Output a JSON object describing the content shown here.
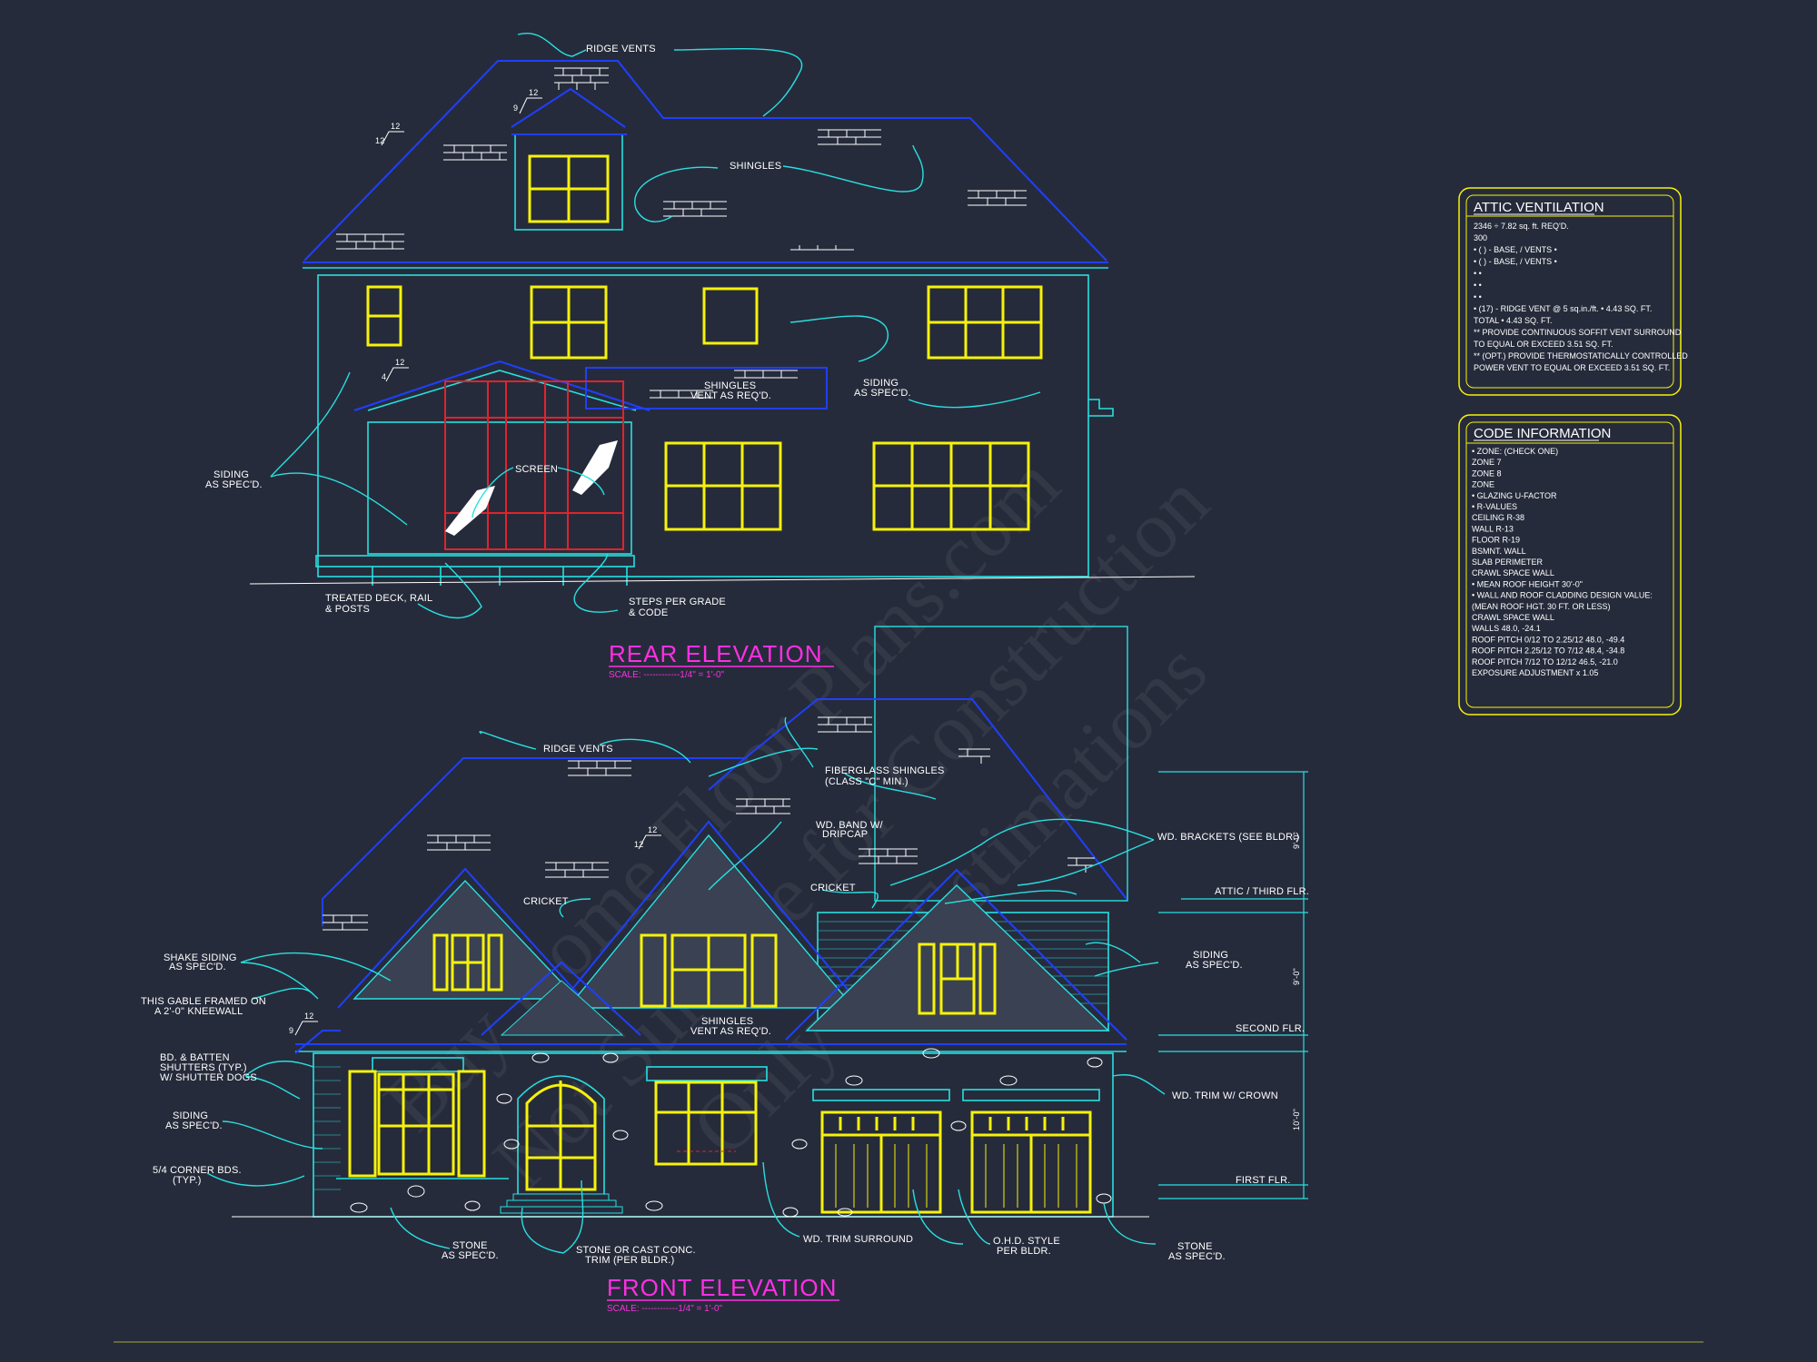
{
  "watermark": [
    "Buy Home Floor Plans.com",
    "Not Suitable for Construction",
    "Only for Estimations"
  ],
  "rear": {
    "title": "REAR ELEVATION",
    "scale": "SCALE: ------------1/4\" = 1'-0\"",
    "labels": {
      "ridge_vents": "RIDGE VENTS",
      "shingles": "SHINGLES",
      "shingles_vent_1": "SHINGLES",
      "shingles_vent_2": "VENT AS REQ'D.",
      "siding_right_1": "SIDING",
      "siding_right_2": "AS SPEC'D.",
      "siding_left_1": "SIDING",
      "siding_left_2": "AS SPEC'D.",
      "screen": "SCREEN",
      "deck_1": "TREATED DECK, RAIL",
      "deck_2": "& POSTS",
      "steps_1": "STEPS PER GRADE",
      "steps_2": "& CODE"
    },
    "pitch": {
      "a_rise": "12",
      "a_run": "12",
      "b_rise": "12",
      "b_run": "9",
      "c_rise": "12",
      "c_run": "4"
    }
  },
  "front": {
    "title": "FRONT ELEVATION",
    "scale": "SCALE: ------------1/4\" = 1'-0\"",
    "labels": {
      "ridge_vents": "RIDGE VENTS",
      "fiberglass_1": "FIBERGLASS SHINGLES",
      "fiberglass_2": "(CLASS \"C\" MIN.)",
      "wd_band_1": "WD. BAND W/",
      "wd_band_2": "DRIPCAP",
      "wd_brackets": "WD. BRACKETS (SEE BLDR.)",
      "cricket_left": "CRICKET",
      "cricket_right": "CRICKET",
      "shake_1": "SHAKE SIDING",
      "shake_2": "AS SPEC'D.",
      "gable_1": "THIS GABLE FRAMED ON",
      "gable_2": "A 2'-0\" KNEEWALL",
      "batten_1": "BD. & BATTEN",
      "batten_2": "SHUTTERS (TYP.)",
      "batten_3": "W/ SHUTTER DOGS",
      "siding_left_1": "SIDING",
      "siding_left_2": "AS SPEC'D.",
      "corner_1": "5/4 CORNER BDS.",
      "corner_2": "(TYP.)",
      "stone_left_1": "STONE",
      "stone_left_2": "AS SPEC'D.",
      "stone_trim_1": "STONE OR CAST CONC.",
      "stone_trim_2": "TRIM (PER BLDR.)",
      "wd_trim_surround": "WD. TRIM SURROUND",
      "ohd_1": "O.H.D. STYLE",
      "ohd_2": "PER BLDR.",
      "stone_right_1": "STONE",
      "stone_right_2": "AS SPEC'D.",
      "shingles_vent_1": "SHINGLES",
      "shingles_vent_2": "VENT AS REQ'D.",
      "siding_right_1": "SIDING",
      "siding_right_2": "AS SPEC'D.",
      "wd_trim_crown": "WD. TRIM W/ CROWN"
    },
    "levels": {
      "attic": "ATTIC / THIRD FLR.",
      "second": "SECOND FLR.",
      "first": "FIRST FLR."
    },
    "dims": {
      "top": "9'-0\"",
      "mid": "9'-0\"",
      "bottom": "10'-0\""
    },
    "pitch": {
      "a_rise": "12",
      "a_run": "12",
      "b_rise": "12",
      "b_run": "9"
    }
  },
  "attic_box": {
    "title": "ATTIC VENTILATION",
    "lines": [
      "2346 ÷ 7.82 sq. ft. REQ'D.",
      "300",
      "• (   ) -        BASE,   /   VENTS  •",
      "• (   ) -        BASE,   /   VENTS  •",
      "•                                          •",
      "•                                          •",
      "•                                          •",
      "• (17) - RIDGE VENT @ 5 sq.in./ft.  • 4.43 SQ. FT.",
      "                               TOTAL      • 4.43 SQ. FT.",
      "** PROVIDE CONTINUOUS SOFFIT VENT SURROUND",
      "   TO EQUAL OR EXCEED  3.51 SQ. FT.",
      "** (OPT.) PROVIDE THERMOSTATICALLY CONTROLLED",
      "   POWER VENT TO EQUAL OR EXCEED  3.51 SQ. FT."
    ]
  },
  "code_box": {
    "title": "CODE INFORMATION",
    "lines": [
      "• ZONE: (CHECK ONE)",
      "      ZONE 7",
      "      ZONE 8",
      "      ZONE",
      "• GLAZING U-FACTOR",
      "• R-VALUES",
      "      CEILING                  R-38",
      "      WALL                     R-13",
      "      FLOOR                    R-19",
      "      BSMNT. WALL",
      "      SLAB PERIMETER",
      "      CRAWL SPACE WALL",
      "• MEAN ROOF HEIGHT  30'-0\"",
      "• WALL AND ROOF CLADDING DESIGN VALUE:",
      "  (MEAN ROOF HGT. 30 FT. OR LESS)",
      "      CRAWL SPACE WALL",
      "      WALLS                        48.0, -24.1",
      "      ROOF PITCH 0/12 TO 2.25/12   48.0, -49.4",
      "      ROOF PITCH 2.25/12 TO 7/12   48.4, -34.8",
      "      ROOF PITCH 7/12 TO 12/12     46.5, -21.0",
      "      EXPOSURE ADJUSTMENT          x 1.05"
    ]
  }
}
